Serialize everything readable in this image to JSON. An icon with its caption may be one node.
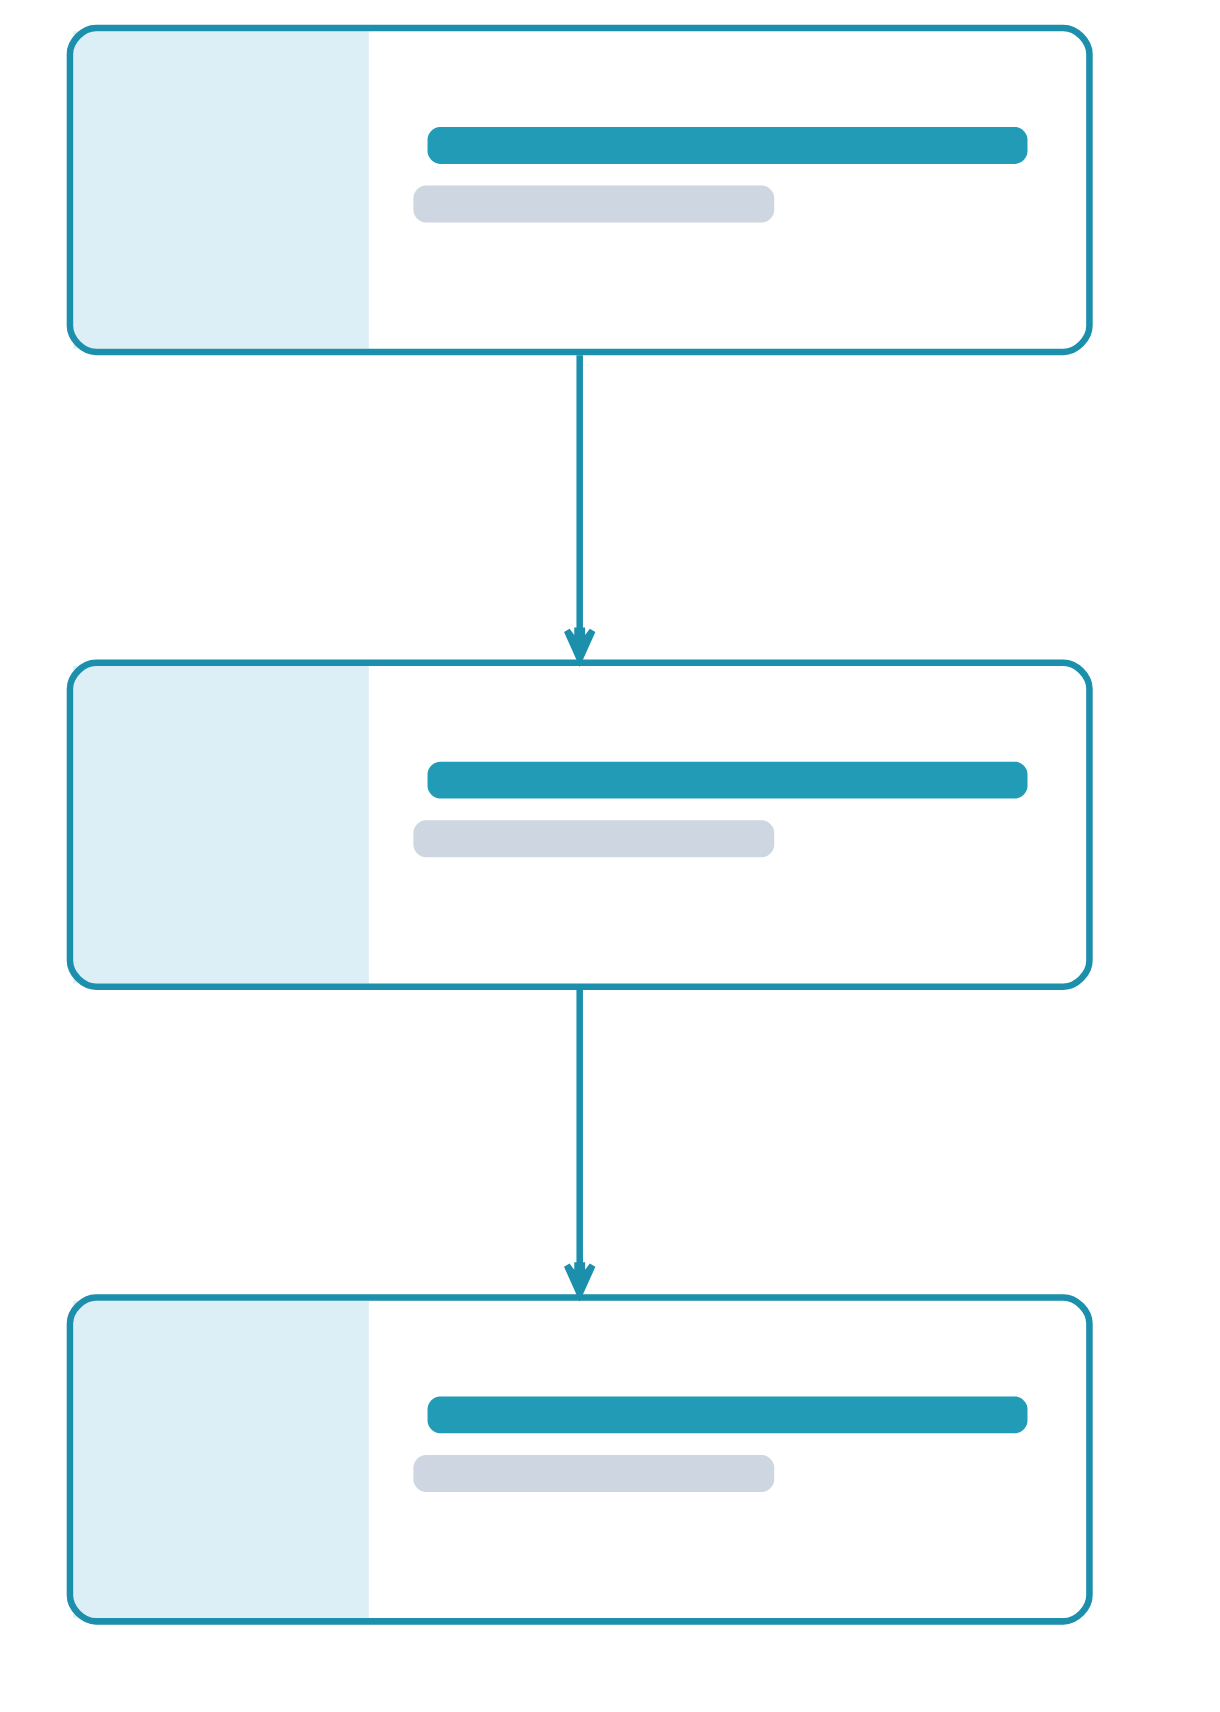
{
  "diagram": {
    "nodes": [
      {
        "text": [],
        "shape": "box"
      },
      {
        "text": [],
        "shape": "box"
      },
      {
        "text": [],
        "shape": "box"
      }
    ],
    "edges": [
      {
        "from": 0,
        "to": 1,
        "arrow": "to"
      },
      {
        "from": 1,
        "to": 2,
        "arrow": "to"
      }
    ]
  }
}
